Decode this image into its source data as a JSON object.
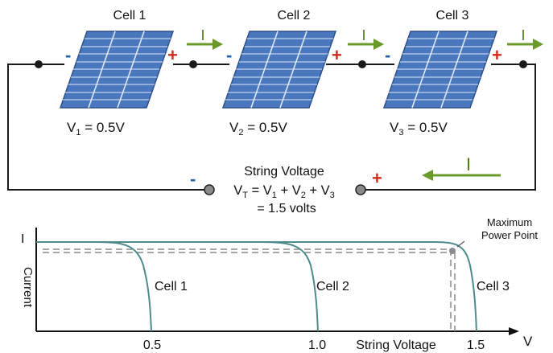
{
  "cells": [
    {
      "label": "Cell 1",
      "voltage_main": "V",
      "voltage_sub": "1",
      "voltage_value": " = 0.5V"
    },
    {
      "label": "Cell 2",
      "voltage_main": "V",
      "voltage_sub": "2",
      "voltage_value": " = 0.5V"
    },
    {
      "label": "Cell 3",
      "voltage_main": "V",
      "voltage_sub": "3",
      "voltage_value": " = 0.5V"
    }
  ],
  "polarity": {
    "minus": "-",
    "plus": "+"
  },
  "current_symbol": "I",
  "string_voltage": {
    "title": "String Voltage",
    "eq_v": "V",
    "eq_t": "T",
    "eq_eq": " = V",
    "eq_1": "1",
    "eq_p1": " + V",
    "eq_2": "2",
    "eq_p2": " + V",
    "eq_3": "3",
    "result": "= 1.5 volts"
  },
  "graph": {
    "y_axis_symbol": "I",
    "y_axis_label": "Current",
    "x_axis_symbol": "V",
    "x_axis_label": "String Voltage",
    "x_ticks": [
      "0.5",
      "1.0",
      "1.5"
    ],
    "curve_labels": [
      "Cell 1",
      "Cell 2",
      "Cell 3"
    ],
    "mpp_label_line1": "Maximum",
    "mpp_label_line2": "Power Point"
  },
  "colors": {
    "panel_fill": "#4a78be",
    "panel_stroke": "#2c4f8a",
    "wire": "#1a1a1a",
    "minus": "#2a5da8",
    "plus": "#d42a1e",
    "arrow": "#6a9a2a",
    "curve": "#4e8c8c",
    "mpp": "#8a8a8a"
  }
}
